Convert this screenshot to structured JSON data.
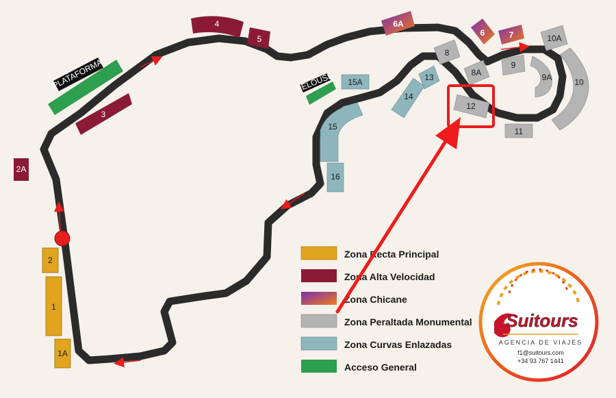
{
  "colors": {
    "recta": "#e0a41e",
    "alta": "#8b1a35",
    "chicane_from": "#7a2fb0",
    "chicane_to": "#f07a1c",
    "peraltada": "#b4b4b4",
    "curvas": "#8fb6bd",
    "acceso": "#2e9e4f",
    "track": "#2b2b2b",
    "highlight": "#e61e1e"
  },
  "stands": {
    "s1": "1",
    "s1a": "1A",
    "s2": "2",
    "s2a": "2A",
    "s3": "3",
    "s4": "4",
    "s5": "5",
    "s6": "6",
    "s6a": "6A",
    "s7": "7",
    "s8": "8",
    "s8a": "8A",
    "s9": "9",
    "s9a": "9A",
    "s10": "10",
    "s10a": "10A",
    "s11": "11",
    "s12": "12",
    "s13": "13",
    "s14": "14",
    "s15": "15",
    "s15a": "15A",
    "s16": "16",
    "plataforma": "PLATAFORMA",
    "pelouse": "PELOUSE"
  },
  "legend": [
    {
      "label": "Zona Recta Principal",
      "color_key": "recta"
    },
    {
      "label": "Zona Alta Velocidad",
      "color_key": "alta"
    },
    {
      "label": "Zona Chicane",
      "color_key": "chicane"
    },
    {
      "label": "Zona Peraltada Monumental",
      "color_key": "peraltada"
    },
    {
      "label": "Zona Curvas Enlazadas",
      "color_key": "curvas"
    },
    {
      "label": "Acceso General",
      "color_key": "acceso"
    }
  ],
  "logo": {
    "brand": "Suitours",
    "tagline": "AGENCIA DE VIAJES",
    "email": "f1@suitours.com",
    "phone": "+34 93 767 1441"
  }
}
